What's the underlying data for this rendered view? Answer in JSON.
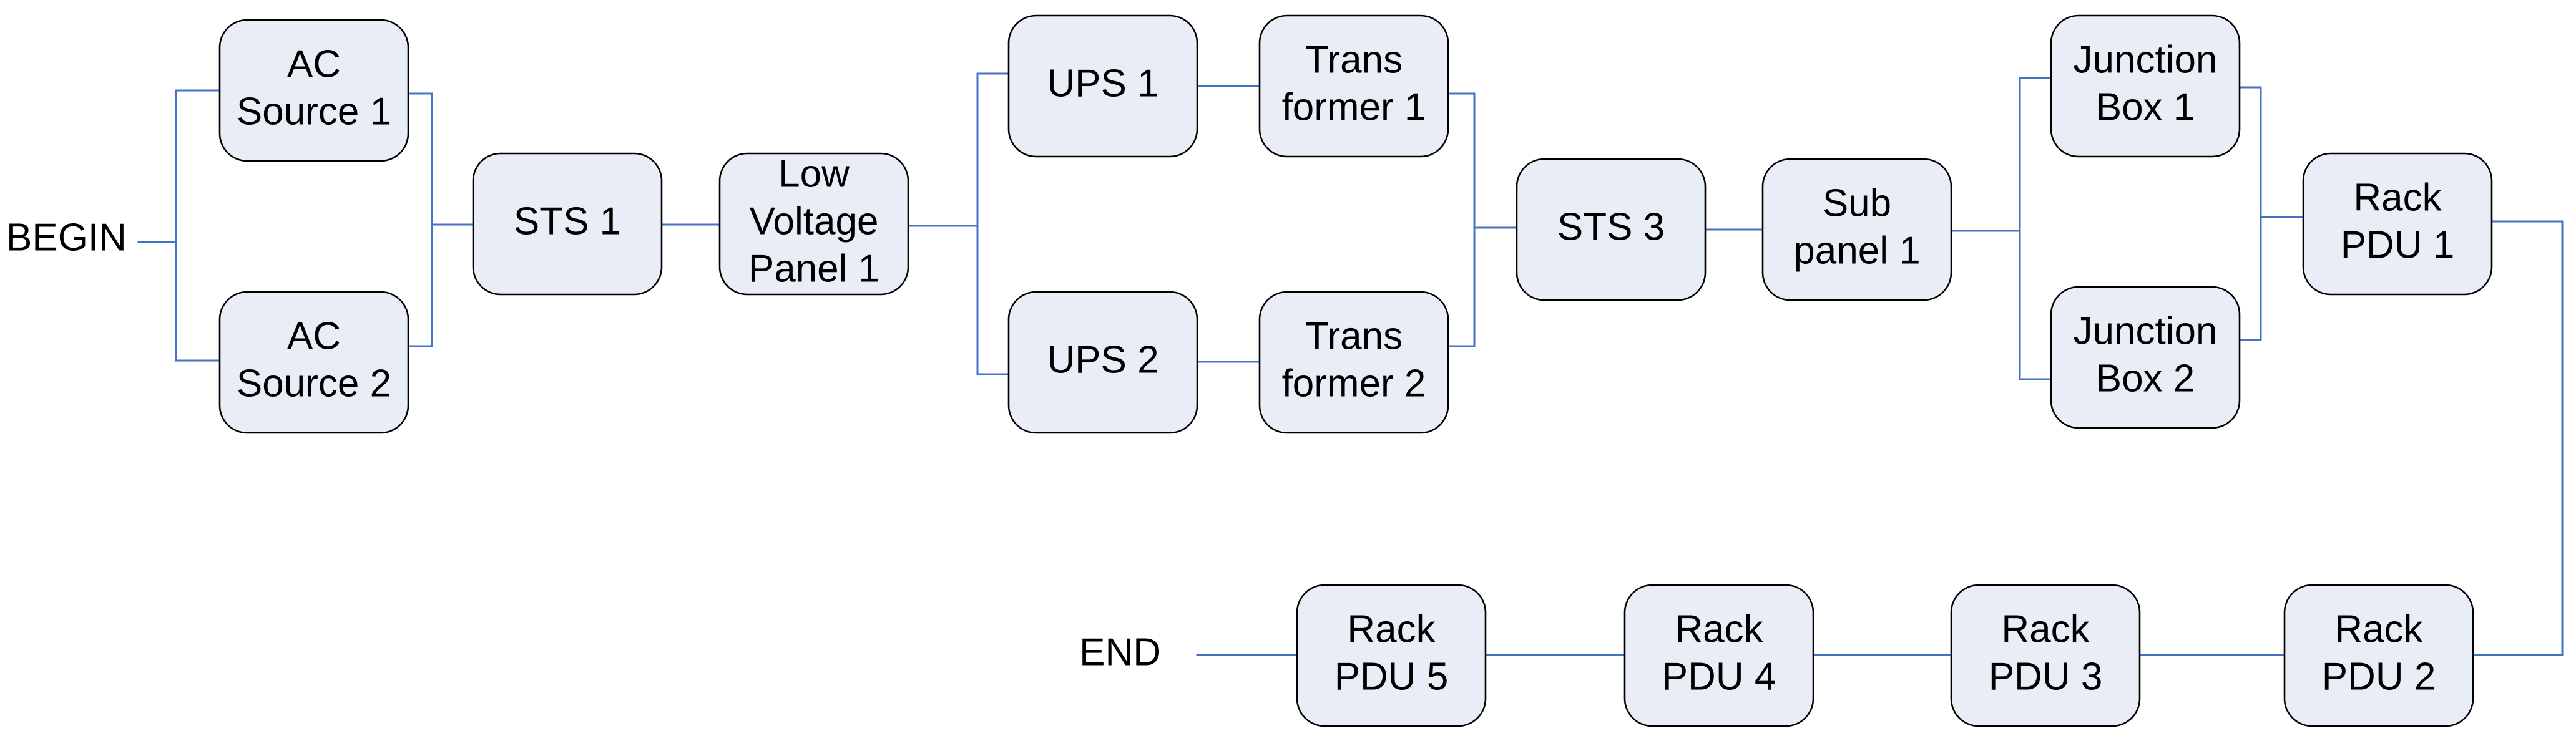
{
  "terminals": {
    "begin": "BEGIN",
    "end": "END"
  },
  "nodes": {
    "ac_source_1": [
      "AC",
      "Source 1"
    ],
    "ac_source_2": [
      "AC",
      "Source 2"
    ],
    "sts_1": [
      "STS 1"
    ],
    "low_voltage_panel_1": [
      "Low",
      "Voltage",
      "Panel 1"
    ],
    "ups_1": [
      "UPS 1"
    ],
    "ups_2": [
      "UPS 2"
    ],
    "transformer_1": [
      "Trans",
      "former 1"
    ],
    "transformer_2": [
      "Trans",
      "former 2"
    ],
    "sts_3": [
      "STS 3"
    ],
    "sub_panel_1": [
      "Sub",
      "panel 1"
    ],
    "junction_box_1": [
      "Junction",
      "Box 1"
    ],
    "junction_box_2": [
      "Junction",
      "Box 2"
    ],
    "rack_pdu_1": [
      "Rack",
      "PDU 1"
    ],
    "rack_pdu_2": [
      "Rack",
      "PDU 2"
    ],
    "rack_pdu_3": [
      "Rack",
      "PDU 3"
    ],
    "rack_pdu_4": [
      "Rack",
      "PDU 4"
    ],
    "rack_pdu_5": [
      "Rack",
      "PDU 5"
    ]
  },
  "colors": {
    "node_fill": "#e8edf6",
    "node_border": "#000000",
    "connector": "#4472c4",
    "text": "#000000"
  }
}
